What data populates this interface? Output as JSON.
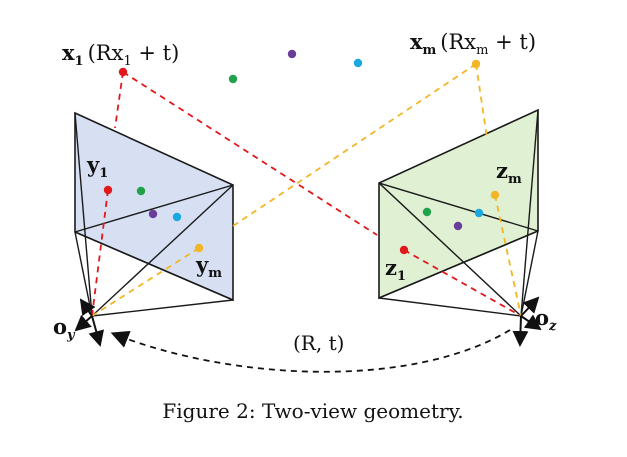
{
  "colors": {
    "left_plane": "#d6e0f2",
    "right_plane": "#dff0d3",
    "edge": "#1a1a1a",
    "red": "#e2191c",
    "green": "#20a14a",
    "purple": "#6a3d9a",
    "cyan": "#19a8e0",
    "yellow": "#f2b626",
    "black_dash": "#111111"
  },
  "labels": {
    "x1": "x",
    "x1_sub": "1",
    "x1_paren": "(Rx",
    "x1_paren_sub": "1",
    "x1_paren_end": " + t)",
    "xm": "x",
    "xm_sub": "m",
    "xm_paren": "(Rx",
    "xm_paren_sub": "m",
    "xm_paren_end": " + t)",
    "y1": "y",
    "y1_sub": "1",
    "ym": "y",
    "ym_sub": "m",
    "z1": "z",
    "z1_sub": "1",
    "zm": "z",
    "zm_sub": "m",
    "oy": "o",
    "oy_sub": "y",
    "oz": "o",
    "oz_sub": "z",
    "rt": "(R, t)"
  },
  "caption": "Figure 2: Two-view geometry."
}
